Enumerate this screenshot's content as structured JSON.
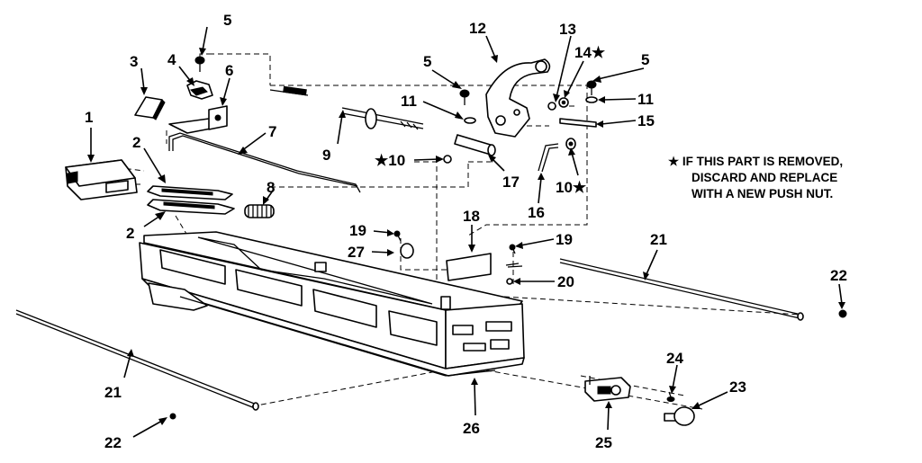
{
  "callouts": [
    {
      "id": "c1",
      "text": "1"
    },
    {
      "id": "c2a",
      "text": "2"
    },
    {
      "id": "c2b",
      "text": "2"
    },
    {
      "id": "c3",
      "text": "3"
    },
    {
      "id": "c4",
      "text": "4"
    },
    {
      "id": "c5a",
      "text": "5"
    },
    {
      "id": "c5b",
      "text": "5"
    },
    {
      "id": "c5c",
      "text": "5"
    },
    {
      "id": "c6",
      "text": "6"
    },
    {
      "id": "c7",
      "text": "7"
    },
    {
      "id": "c8",
      "text": "8"
    },
    {
      "id": "c9",
      "text": "9"
    },
    {
      "id": "c10a",
      "text": "★10"
    },
    {
      "id": "c10b",
      "text": "10★"
    },
    {
      "id": "c11a",
      "text": "11"
    },
    {
      "id": "c11b",
      "text": "11"
    },
    {
      "id": "c12",
      "text": "12"
    },
    {
      "id": "c13",
      "text": "13"
    },
    {
      "id": "c14",
      "text": "14★"
    },
    {
      "id": "c15",
      "text": "15"
    },
    {
      "id": "c16",
      "text": "16"
    },
    {
      "id": "c17",
      "text": "17"
    },
    {
      "id": "c18",
      "text": "18"
    },
    {
      "id": "c19a",
      "text": "19"
    },
    {
      "id": "c19b",
      "text": "19"
    },
    {
      "id": "c20",
      "text": "20"
    },
    {
      "id": "c21a",
      "text": "21"
    },
    {
      "id": "c21b",
      "text": "21"
    },
    {
      "id": "c22a",
      "text": "22"
    },
    {
      "id": "c22b",
      "text": "22"
    },
    {
      "id": "c23",
      "text": "23"
    },
    {
      "id": "c24",
      "text": "24"
    },
    {
      "id": "c25",
      "text": "25"
    },
    {
      "id": "c26",
      "text": "26"
    },
    {
      "id": "c27",
      "text": "27"
    }
  ],
  "note": {
    "lines": [
      "★ IF THIS PART IS REMOVED,",
      "DISCARD AND REPLACE",
      "WITH A NEW PUSH NUT."
    ]
  }
}
